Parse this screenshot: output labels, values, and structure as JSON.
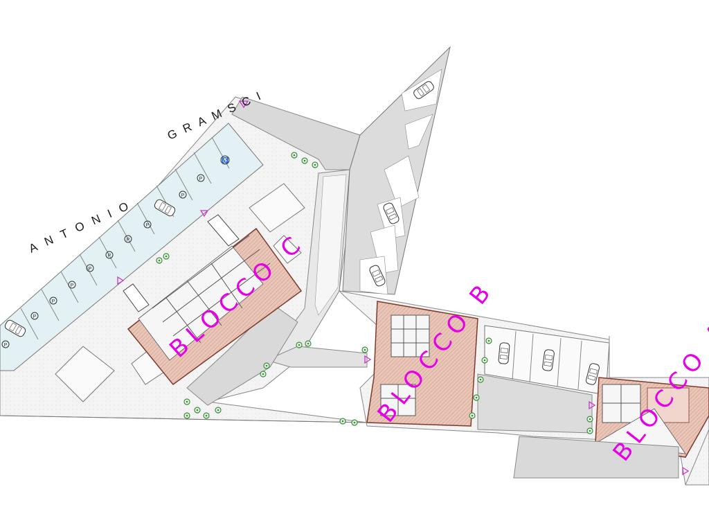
{
  "street": {
    "part1": "ANTONIO",
    "part2": "GRAMSCI"
  },
  "blocks": [
    {
      "id": "c",
      "label": "BLOCCO C"
    },
    {
      "id": "b",
      "label": "BLOCCO B"
    },
    {
      "id": "a",
      "label": "BLOCCO A"
    }
  ],
  "parking_symbol": "P",
  "accessible_symbol": "♿",
  "colors": {
    "building_fill": "#e9c6b8",
    "building_outline": "#7d3a2c",
    "paved_area": "#d9d9d9",
    "parking_stall": "#e3f1f4",
    "green_area": "#f3f3f3",
    "label_magenta": "#e600e6",
    "tree": "#3a8c3a",
    "entrance_marker": "#cc33cc"
  },
  "icons": [
    "car-icon",
    "tree-icon",
    "entrance-triangle-icon",
    "parking-icon",
    "accessible-icon"
  ]
}
